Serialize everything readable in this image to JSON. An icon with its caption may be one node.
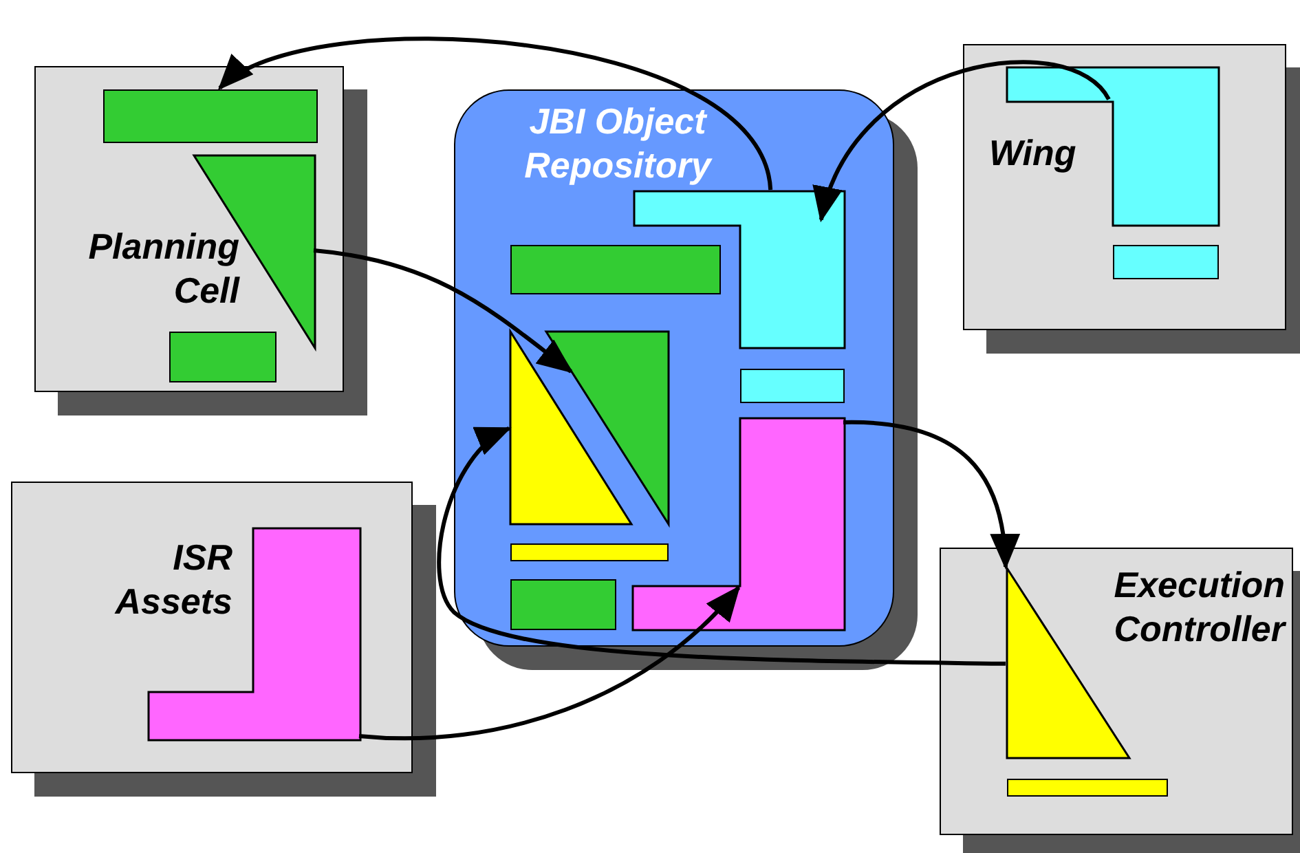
{
  "diagram": {
    "nodes": [
      {
        "text": [
          "Planning Cell"
        ]
      },
      {
        "text": [],
        "shape": "bar",
        "in": 0
      },
      {
        "text": [],
        "shape": "triangle",
        "in": 0
      },
      {
        "text": [],
        "shape": "bar",
        "in": 0
      },
      {
        "text": [
          "JBI Object Repository"
        ]
      },
      {
        "text": [],
        "shape": "bar",
        "in": 4
      },
      {
        "text": [],
        "shape": "polygon",
        "in": 4
      },
      {
        "text": [],
        "shape": "bar",
        "in": 4
      },
      {
        "text": [],
        "shape": "triangle",
        "in": 4
      },
      {
        "text": [],
        "shape": "triangle",
        "in": 4
      },
      {
        "text": [],
        "shape": "bar",
        "in": 4
      },
      {
        "text": [],
        "shape": "polygon",
        "in": 4
      },
      {
        "text": [],
        "shape": "bar",
        "in": 4
      },
      {
        "text": [
          "Wing"
        ]
      },
      {
        "text": [],
        "shape": "polygon",
        "in": 13
      },
      {
        "text": [],
        "shape": "bar",
        "in": 13
      },
      {
        "text": [
          "ISR Assets"
        ]
      },
      {
        "text": [],
        "shape": "polygon",
        "in": 16
      },
      {
        "text": [
          "Execution Controller"
        ]
      },
      {
        "text": [],
        "shape": "triangle",
        "in": 18
      },
      {
        "text": [],
        "shape": "bar",
        "in": 18
      }
    ],
    "edges": [
      {
        "from": 6,
        "to": 1,
        "arrow": "to"
      },
      {
        "from": 14,
        "to": 6,
        "arrow": "to"
      },
      {
        "from": 2,
        "to": 9,
        "arrow": "to"
      },
      {
        "from": 11,
        "to": 19,
        "arrow": "to"
      },
      {
        "from": 19,
        "to": 8,
        "arrow": "to"
      },
      {
        "from": 17,
        "to": 11,
        "arrow": "to"
      }
    ]
  }
}
